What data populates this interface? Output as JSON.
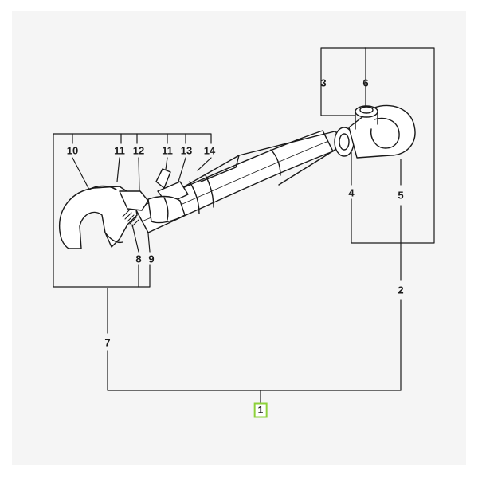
{
  "callouts": {
    "c1": "1",
    "c2": "2",
    "c3": "3",
    "c4": "4",
    "c5": "5",
    "c6": "6",
    "c7": "7",
    "c8": "8",
    "c9": "9",
    "c10": "10",
    "c11a": "11",
    "c12": "12",
    "c11b": "11",
    "c13": "13",
    "c14": "14"
  },
  "colors": {
    "background": "#f5f5f5",
    "line": "#1a1a1a",
    "highlight": "#8dd13a"
  },
  "icons": [
    "top-link-assembly-drawing"
  ]
}
